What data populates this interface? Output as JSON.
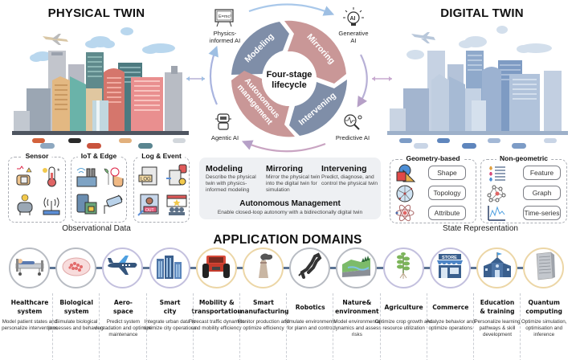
{
  "physical_twin": {
    "title": "PHYSICAL TWIN",
    "data_categories": [
      {
        "label": "Sensor",
        "icons": [
          "wearable-sensor-icon",
          "thermometer-icon",
          "pressure-sensor-icon",
          "antenna-icon"
        ]
      },
      {
        "label": "IoT & Edge",
        "icons": [
          "smart-factory-icon",
          "smart-touch-icon",
          "secure-device-icon",
          "camera-icon"
        ]
      },
      {
        "label": "Log & Event",
        "icons": [
          "log-file-icon",
          "document-alert-icon",
          "logout-screen-icon",
          "event-calendar-icon"
        ]
      }
    ],
    "caption": "Observational Data"
  },
  "digital_twin": {
    "title": "DIGITAL TWIN",
    "representations": [
      {
        "label": "Geometry-based",
        "items": [
          {
            "icon": "shape-icon",
            "label": "Shape"
          },
          {
            "icon": "topology-icon",
            "label": "Topology"
          },
          {
            "icon": "atom-icon",
            "label": "Attribute"
          }
        ]
      },
      {
        "label": "Non-geometric",
        "items": [
          {
            "icon": "feature-list-icon",
            "label": "Feature"
          },
          {
            "icon": "graph-icon",
            "label": "Graph"
          },
          {
            "icon": "time-series-icon",
            "label": "Time-series"
          }
        ]
      }
    ],
    "caption": "State Representation"
  },
  "lifecycle": {
    "center_title": "Four-stage\nlifecycle",
    "center_line1": "Four-stage",
    "center_line2": "lifecycle",
    "stages": [
      {
        "label": "Modeling",
        "color": "#7f8ea8"
      },
      {
        "label": "Mirroring",
        "color": "#c99797"
      },
      {
        "label": "Intervening",
        "color": "#7f8ea8"
      },
      {
        "label": "Autonomous management",
        "line1": "Autonomous",
        "line2": "management",
        "color": "#c99797"
      }
    ],
    "ai_methods": [
      {
        "icon": "formula-board-icon",
        "line1": "Physics-",
        "line2": "informed AI"
      },
      {
        "icon": "ai-bulb-icon",
        "line1": "Generative",
        "line2": "AI"
      },
      {
        "icon": "predictive-magnifier-icon",
        "line1": "Predictive AI",
        "line2": ""
      },
      {
        "icon": "robot-icon",
        "line1": "Agentic AI",
        "line2": ""
      }
    ]
  },
  "summary": {
    "columns": [
      {
        "title": "Modeling",
        "text": "Describe the physical twin with physics-informed modeling"
      },
      {
        "title": "Mirroring",
        "text": "Mirror the physical twin into the digital twin for simulation"
      },
      {
        "title": "Intervening",
        "text": "Predict, diagnose, and control the physical twin"
      }
    ],
    "am_title": "Autonomous Management",
    "am_text": "Enable closed-loop autonomy with a bidirectionally digital twin"
  },
  "application_domains": {
    "title": "APPLICATION DOMAINS",
    "items": [
      {
        "icon": "hospital-bed-icon",
        "title1": "Healthcare",
        "title2": "system",
        "desc": "Model patient states and personalize interventions",
        "ring": "#b8bcc3"
      },
      {
        "icon": "petri-dish-icon",
        "title1": "Biological",
        "title2": "system",
        "desc": "Simulate biological processes and behaviors",
        "ring": "#b8bcc3"
      },
      {
        "icon": "airplane-icon",
        "title1": "Aero-",
        "title2": "space",
        "desc": "Predict system degradation and optimize maintenance",
        "ring": "#c3c0de"
      },
      {
        "icon": "skyscrapers-icon",
        "title1": "Smart",
        "title2": "city",
        "desc": "Integrate urban data to optimize city operations",
        "ring": "#c3c0de"
      },
      {
        "icon": "tractor-icon",
        "title1": "Mobility &",
        "title2": "transportation",
        "desc": "Forecast traffic dynamics and mobility efficiency",
        "ring": "#ecd6a6"
      },
      {
        "icon": "factory-chimney-icon",
        "title1": "Smart",
        "title2": "manufacturing",
        "desc": "Monitor production and optimize efficiency",
        "ring": "#ecd6a6"
      },
      {
        "icon": "robot-arm-icon",
        "title1": "Robotics",
        "title2": "",
        "desc": "Simulate environments for plann and control",
        "ring": "#b8bcc3"
      },
      {
        "icon": "landscape-icon",
        "title1": "Nature&",
        "title2": "environment",
        "desc": "Model environmental dynamics and assess risks",
        "ring": "#b8bcc3"
      },
      {
        "icon": "plant-icon",
        "title1": "Agriculture",
        "title2": "",
        "desc": "Optimize crop growth and resource utilization",
        "ring": "#c3c0de"
      },
      {
        "icon": "store-icon",
        "title1": "Commerce",
        "title2": "",
        "desc": "Analyze behavior and optimize operations",
        "ring": "#c3c0de"
      },
      {
        "icon": "school-icon",
        "title1": "Education",
        "title2": "& training",
        "desc": "Personalize learning pathways & skill development",
        "ring": "#ecd6a6"
      },
      {
        "icon": "server-rack-icon",
        "title1": "Quantum",
        "title2": "computing",
        "desc": "Optimize simulation, optimisation and inference",
        "ring": "#ecd6a6"
      }
    ]
  },
  "store_sign": "STORE",
  "formula_text": "E=mc²",
  "ai_chip_text": "AI",
  "log_text": "LOG",
  "out_text": "OUT"
}
